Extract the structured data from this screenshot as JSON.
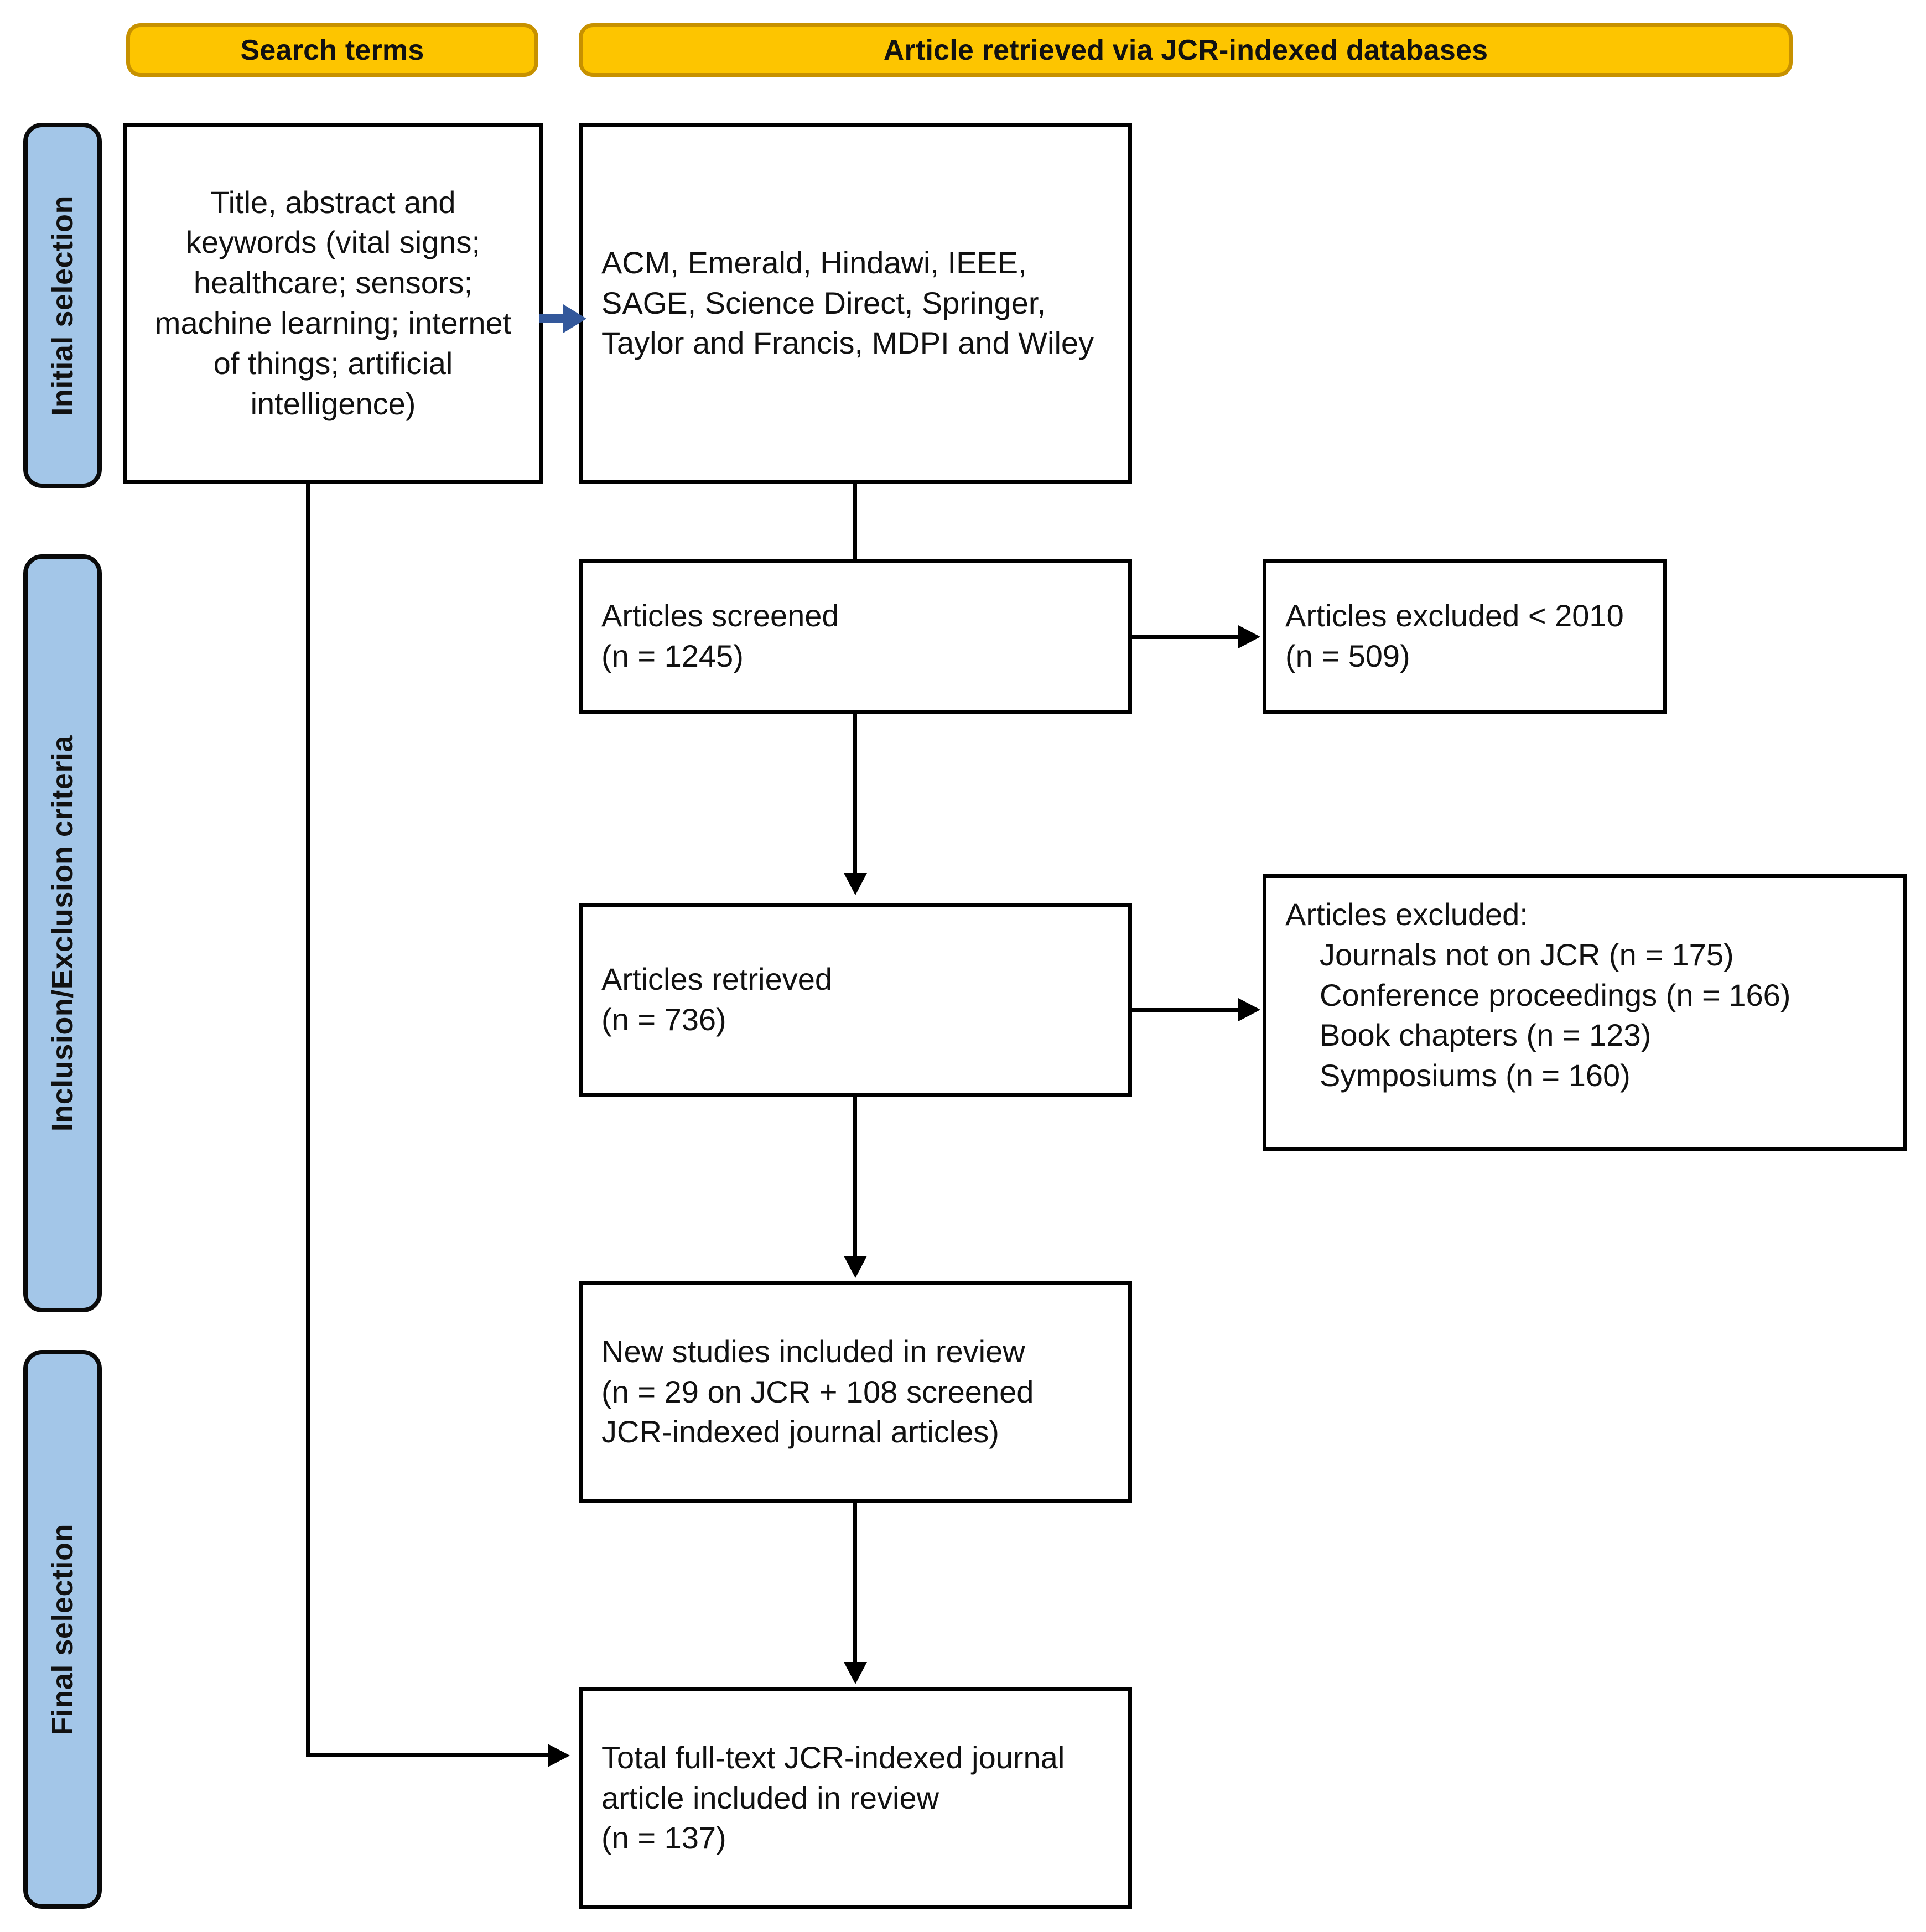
{
  "headers": {
    "search_terms": "Search terms",
    "databases": "Article retrieved via JCR-indexed databases"
  },
  "stages": [
    {
      "label": "Initial selection"
    },
    {
      "label": "Inclusion/Exclusion criteria"
    },
    {
      "label": "Final selection"
    }
  ],
  "boxes": {
    "search_terms": "Title, abstract and keywords (vital signs; healthcare; sensors; machine learning; internet of things; artificial intelligence)",
    "databases": "ACM, Emerald, Hindawi, IEEE, SAGE, Science Direct, Springer, Taylor and Francis, MDPI and Wiley",
    "screened": "Articles screened\n(n = 1245)",
    "excluded_year": "Articles excluded < 2010\n(n = 509)",
    "retrieved": "Articles retrieved\n(n = 736)",
    "excluded_detail_title": "Articles excluded:",
    "excluded_detail_items": [
      "Journals not on JCR (n = 175)",
      "Conference proceedings (n = 166)",
      "Book chapters (n = 123)",
      "Symposiums (n = 160)"
    ],
    "new_studies": "New studies included in review\n(n = 29 on JCR + 108 screened JCR-indexed journal articles)",
    "total": "Total full-text JCR-indexed journal article included in review\n(n = 137)"
  },
  "colors": {
    "banner_fill": "#FDC500",
    "banner_border": "#C79100",
    "stage_fill": "#A3C6E8",
    "box_border": "#000000",
    "blue_arrow": "#33589B"
  }
}
